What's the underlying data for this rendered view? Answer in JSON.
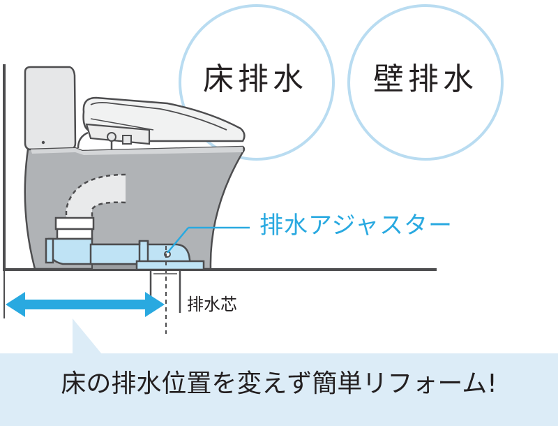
{
  "labels": {
    "floor_drain": "床排水",
    "wall_drain": "壁排水",
    "drain_adjuster": "排水アジャスター",
    "drain_center": "排水芯"
  },
  "banner": {
    "text": "床の排水位置を変えず簡単リフォーム!"
  },
  "colors": {
    "accent_blue": "#29a9e0",
    "circle_outline": "#b9dcf1",
    "banner_bg": "#dcecf7",
    "adjuster_fill": "#bfe3f5",
    "toilet_body": "#b0b3b6",
    "outline": "#4d4d4f"
  }
}
